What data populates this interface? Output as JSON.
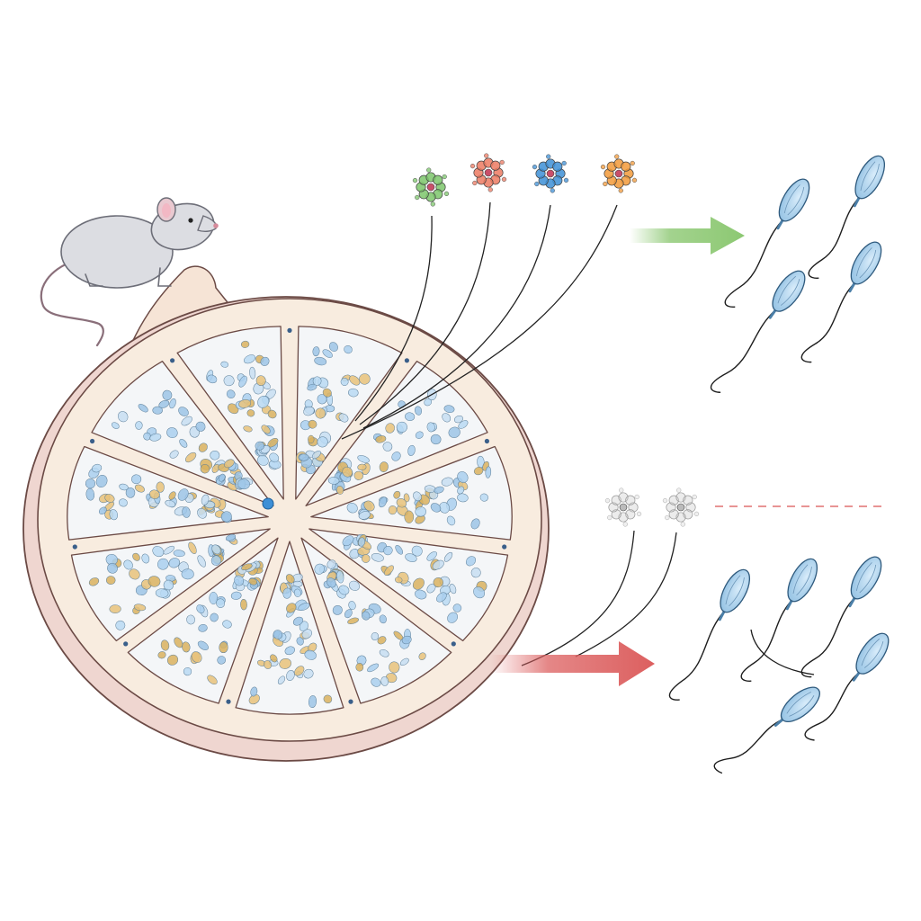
{
  "diagram": {
    "subject_icon": "mouse-icon",
    "section": {
      "lobule_count": 11,
      "fill": "#f8ecdf",
      "rim": "#efd6d0",
      "outline": "#6b4a45"
    },
    "active_factors": [
      {
        "icon": "green-protein-cluster-icon",
        "color": "#7cc56b"
      },
      {
        "icon": "red-protein-cluster-icon",
        "color": "#ec7a62"
      },
      {
        "icon": "blue-protein-cluster-icon",
        "color": "#3d8fd6"
      },
      {
        "icon": "orange-protein-cluster-icon",
        "color": "#f29a3a"
      }
    ],
    "inactive_factors": [
      {
        "icon": "grey-protein-cluster-icon",
        "color": "#c9c9c9"
      },
      {
        "icon": "grey-protein-cluster-icon",
        "color": "#c9c9c9"
      }
    ],
    "pathway_arrows": [
      {
        "icon": "green-arrow-icon",
        "color": "#8cc872"
      },
      {
        "icon": "red-arrow-icon",
        "color": "#dc5f5f"
      }
    ],
    "inhibition_line": {
      "icon": "dashed-line-icon",
      "color": "#e07070"
    },
    "sperm_groups": [
      {
        "icon": "sperm-cell-icon",
        "count": 4,
        "color": "#aed3ee"
      },
      {
        "icon": "sperm-cell-icon",
        "count": 6,
        "color": "#aed3ee"
      }
    ]
  }
}
